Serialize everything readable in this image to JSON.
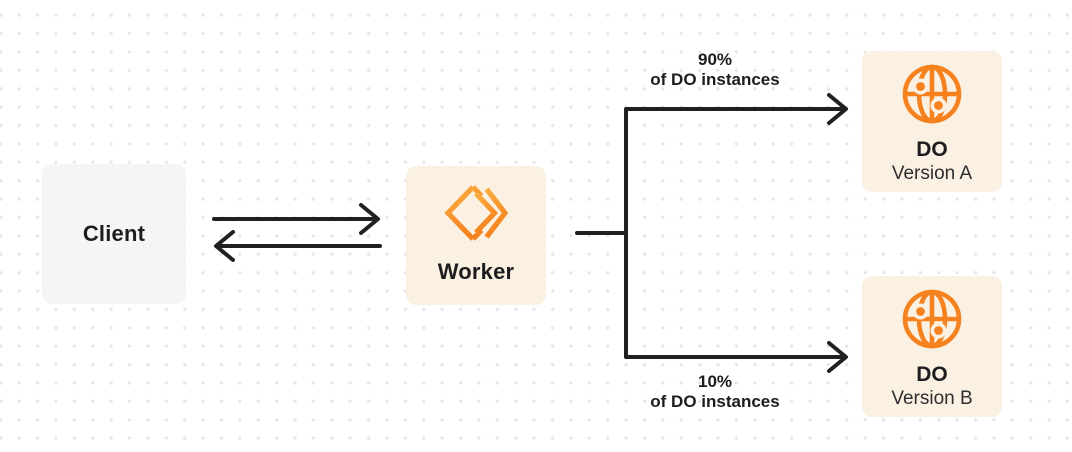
{
  "diagram": {
    "client": {
      "label": "Client"
    },
    "worker": {
      "label": "Worker"
    },
    "do_a": {
      "title": "DO",
      "subtitle": "Version A"
    },
    "do_b": {
      "title": "DO",
      "subtitle": "Version B"
    },
    "branch_top": {
      "percent": "90%",
      "caption": "of DO instances"
    },
    "branch_bottom": {
      "percent": "10%",
      "caption": "of DO instances"
    }
  },
  "icons": {
    "worker": "workers-chevrons-icon",
    "durable_object": "globe-with-dots-icon"
  },
  "colors": {
    "background": "#FFFFFF",
    "dot_grid": "#E7E7E8",
    "line": "#202020",
    "text": "#1D1D1F",
    "subtext": "#2E2E31",
    "gray_box": "#F5F5F6",
    "cream_box": "#FAF1E2",
    "orange": "#F6821F",
    "orange_light": "#FBAD41"
  }
}
